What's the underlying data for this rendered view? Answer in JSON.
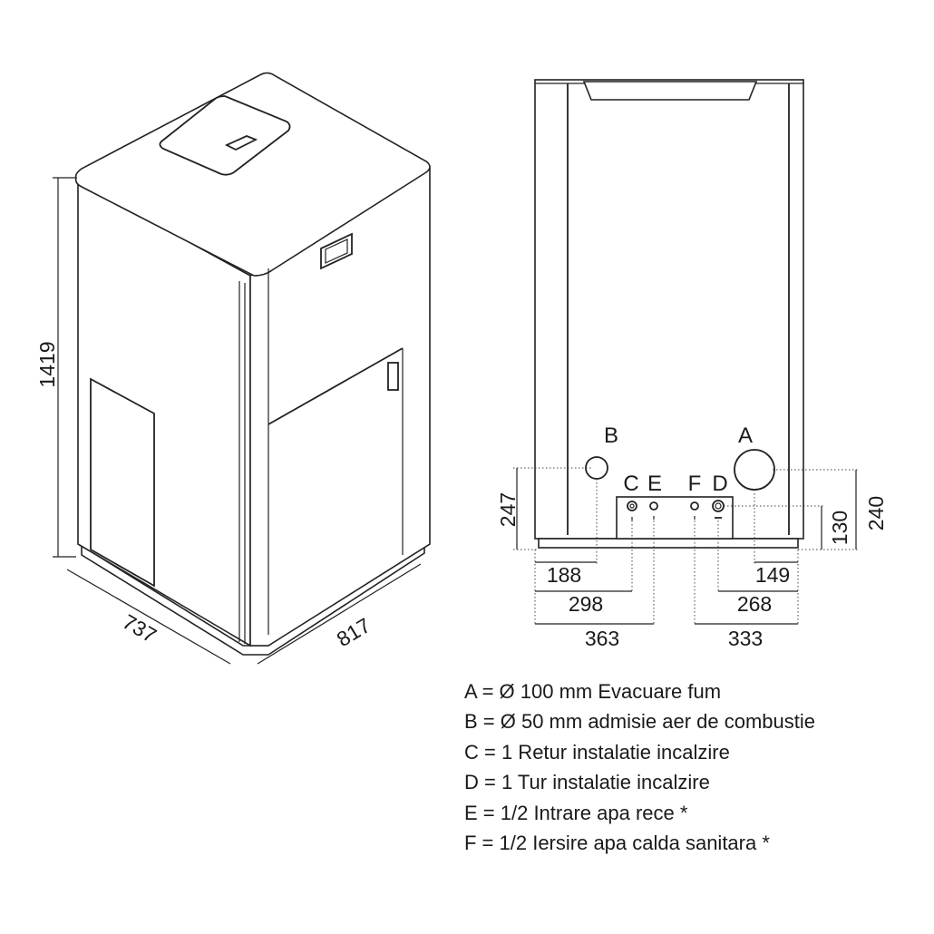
{
  "iso_view": {
    "height_mm": "1419",
    "depth_mm": "737",
    "width_mm": "817"
  },
  "rear_view": {
    "dims": {
      "b_height": "247",
      "a_height": "240",
      "cd_height": "130",
      "b_offset": "188",
      "c_offset": "298",
      "e_offset": "363",
      "a_offset": "149",
      "d_offset": "268",
      "f_offset": "333"
    },
    "connections": {
      "a": "A",
      "b": "B",
      "c": "C",
      "d": "D",
      "e": "E",
      "f": "F"
    }
  },
  "legend": [
    "A = Ø 100 mm Evacuare fum",
    "B = Ø 50 mm admisie aer de combustie",
    "C = 1 Retur instalatie incalzire",
    "D = 1 Tur instalatie incalzire",
    "E = 1/2 Intrare apa rece *",
    "F = 1/2  Iersire apa calda sanitara *"
  ]
}
